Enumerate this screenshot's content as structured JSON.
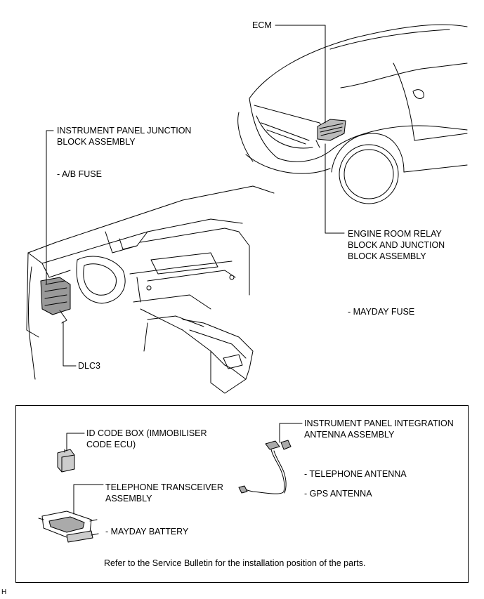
{
  "labels": {
    "ecm": "ECM",
    "ipjb_line1": "INSTRUMENT PANEL JUNCTION",
    "ipjb_line2": "BLOCK ASSEMBLY",
    "ab_fuse": "- A/B FUSE",
    "erjb_line1": "ENGINE ROOM RELAY",
    "erjb_line2": "BLOCK AND JUNCTION",
    "erjb_line3": "BLOCK ASSEMBLY",
    "mayday_fuse": "- MAYDAY FUSE",
    "dlc3": "DLC3"
  },
  "box": {
    "id_code_line1": "ID CODE BOX (IMMOBILISER",
    "id_code_line2": "CODE ECU)",
    "antenna_line1": "INSTRUMENT PANEL INTEGRATION",
    "antenna_line2": "ANTENNA ASSEMBLY",
    "telephone_antenna": "- TELEPHONE ANTENNA",
    "gps_antenna": "- GPS ANTENNA",
    "transceiver_line1": "TELEPHONE TRANSCEIVER",
    "transceiver_line2": "ASSEMBLY",
    "mayday_battery": "- MAYDAY BATTERY",
    "note": "Refer to the Service Bulletin for the installation position of the parts."
  },
  "corner_mark": "H"
}
